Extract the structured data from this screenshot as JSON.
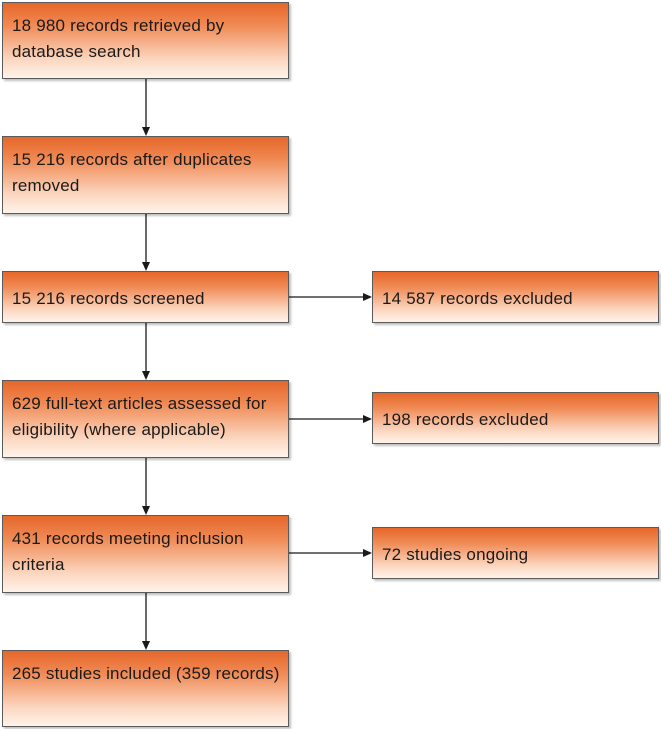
{
  "flow": {
    "identification": "18 980 records retrieved by database search",
    "deduplicated": "15 216 records after duplicates removed",
    "screened": "15 216 records screened",
    "fulltext": "629 full-text articles assessed for eligibility (where applicable)",
    "meeting_criteria": "431 records meeting inclusion criteria",
    "included": "265 studies included (359 records)"
  },
  "side": {
    "excluded_screening": "14 587 records excluded",
    "excluded_fulltext": "198 records excluded",
    "ongoing": "72 studies ongoing"
  },
  "colors": {
    "box_top": "#e5672a",
    "box_bottom": "#fff3ea",
    "border": "#5a5a5a",
    "arrow": "#1a1a1a"
  }
}
